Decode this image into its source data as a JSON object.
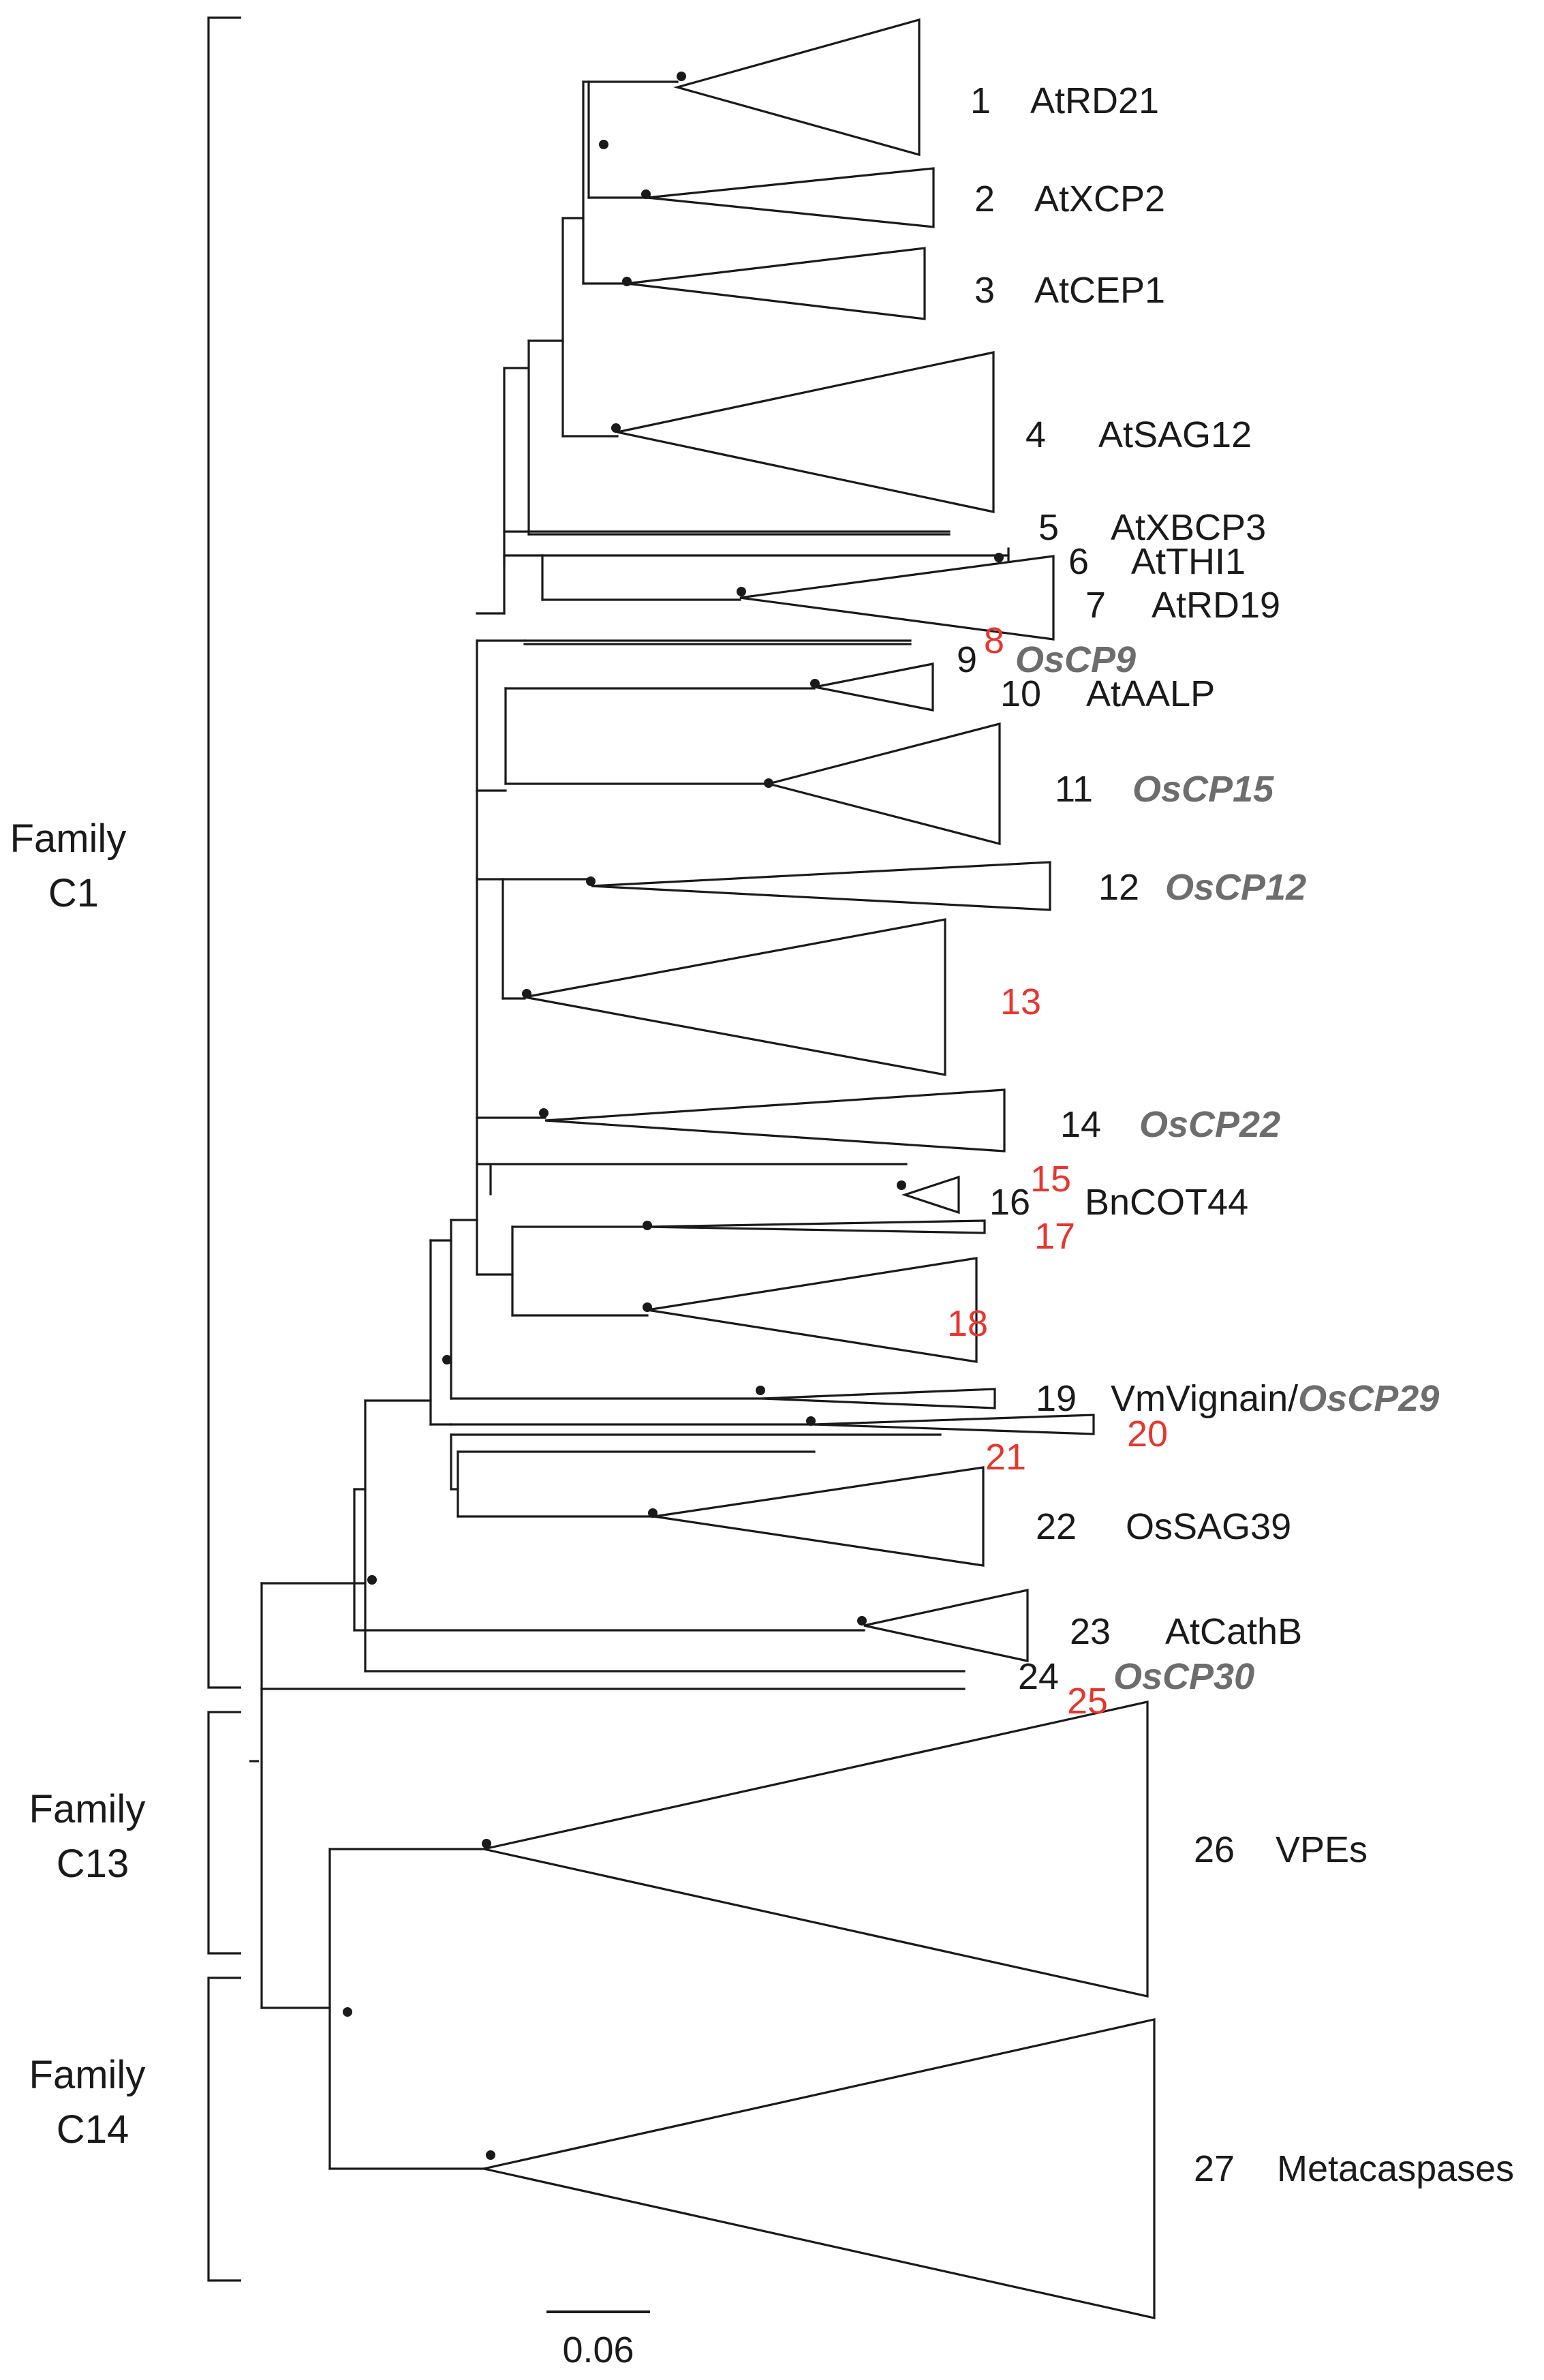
{
  "colors": {
    "line": "#1a1a1a",
    "node_dot": "#1a1a1a",
    "red_label": "#e8352e",
    "gray_label": "#6d6d6d",
    "black_label": "#1a1a1a"
  },
  "scale_bar": {
    "label": "0.06"
  },
  "families": [
    {
      "id": "c1",
      "line1": "Family",
      "line2": "C1"
    },
    {
      "id": "c13",
      "line1": "Family",
      "line2": "C13"
    },
    {
      "id": "c14",
      "line1": "Family",
      "line2": "C14"
    }
  ],
  "clades": [
    {
      "id": 1,
      "number": "1",
      "name": "AtRD21"
    },
    {
      "id": 2,
      "number": "2",
      "name": "AtXCP2"
    },
    {
      "id": 3,
      "number": "3",
      "name": "AtCEP1"
    },
    {
      "id": 4,
      "number": "4",
      "name": "AtSAG12"
    },
    {
      "id": 5,
      "number": "5",
      "name": "AtXBCP3"
    },
    {
      "id": 6,
      "number": "6",
      "name": "AtTHI1"
    },
    {
      "id": 7,
      "number": "7",
      "name": "AtRD19"
    },
    {
      "id": 8,
      "number": "8",
      "name": ""
    },
    {
      "id": 9,
      "number": "9",
      "name": "OsCP9"
    },
    {
      "id": 10,
      "number": "10",
      "name": "AtAALP"
    },
    {
      "id": 11,
      "number": "11",
      "name": "OsCP15"
    },
    {
      "id": 12,
      "number": "12",
      "name": "OsCP12"
    },
    {
      "id": 13,
      "number": "13",
      "name": ""
    },
    {
      "id": 14,
      "number": "14",
      "name": "OsCP22"
    },
    {
      "id": 15,
      "number": "15",
      "name": ""
    },
    {
      "id": 16,
      "number": "16",
      "name": "BnCOT44"
    },
    {
      "id": 17,
      "number": "17",
      "name": ""
    },
    {
      "id": 18,
      "number": "18",
      "name": ""
    },
    {
      "id": 19,
      "number": "19",
      "name": "VmVignain/",
      "name2": "OsCP29"
    },
    {
      "id": 20,
      "number": "20",
      "name": ""
    },
    {
      "id": 21,
      "number": "21",
      "name": ""
    },
    {
      "id": 22,
      "number": "22",
      "name": "OsSAG39"
    },
    {
      "id": 23,
      "number": "23",
      "name": "AtCathB"
    },
    {
      "id": 24,
      "number": "24",
      "name": "OsCP30"
    },
    {
      "id": 25,
      "number": "25",
      "name": ""
    },
    {
      "id": 26,
      "number": "26",
      "name": "VPEs"
    },
    {
      "id": 27,
      "number": "27",
      "name": "Metacaspases"
    }
  ]
}
